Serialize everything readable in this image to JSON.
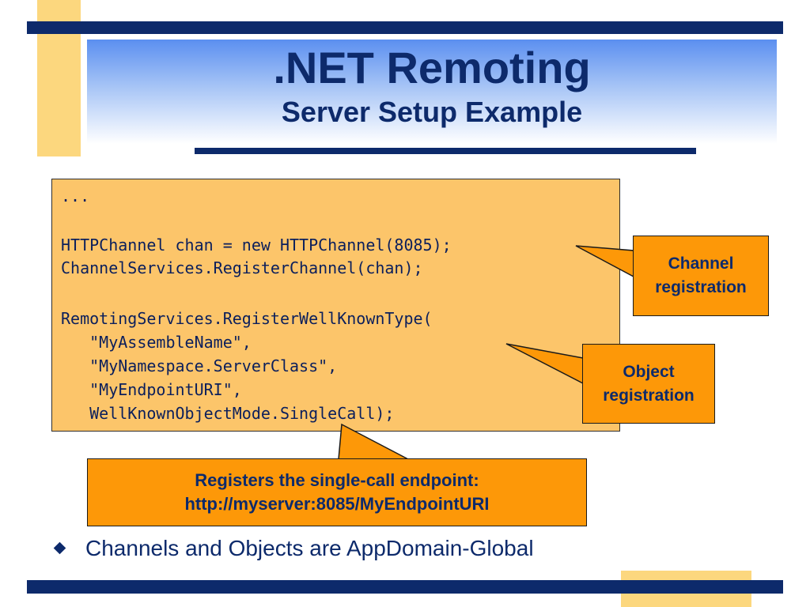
{
  "slide": {
    "title": ".NET Remoting",
    "subtitle": "Server Setup Example"
  },
  "code": {
    "lines": [
      "...",
      "",
      "HTTPChannel chan = new HTTPChannel(8085);",
      "ChannelServices.RegisterChannel(chan);",
      "",
      "RemotingServices.RegisterWellKnownType(",
      "   \"MyAssembleName\",",
      "   \"MyNamespace.ServerClass\",",
      "   \"MyEndpointURI\",",
      "   WellKnownObjectMode.SingleCall);"
    ]
  },
  "callouts": {
    "channel": {
      "line1": "Channel",
      "line2": "registration"
    },
    "object": {
      "line1": "Object",
      "line2": "registration"
    },
    "endpoint": {
      "line1": "Registers the single-call endpoint:",
      "line2": "http://myserver:8085/MyEndpointURI"
    }
  },
  "bullets": [
    {
      "text": "Channels and Objects are AppDomain-Global",
      "icon": "diamond-bullet-icon"
    }
  ],
  "colors": {
    "navy": "#0d2a6b",
    "code_box": "#fcc56a",
    "callout": "#fd9808",
    "accent_yellow": "#fcd77e"
  }
}
